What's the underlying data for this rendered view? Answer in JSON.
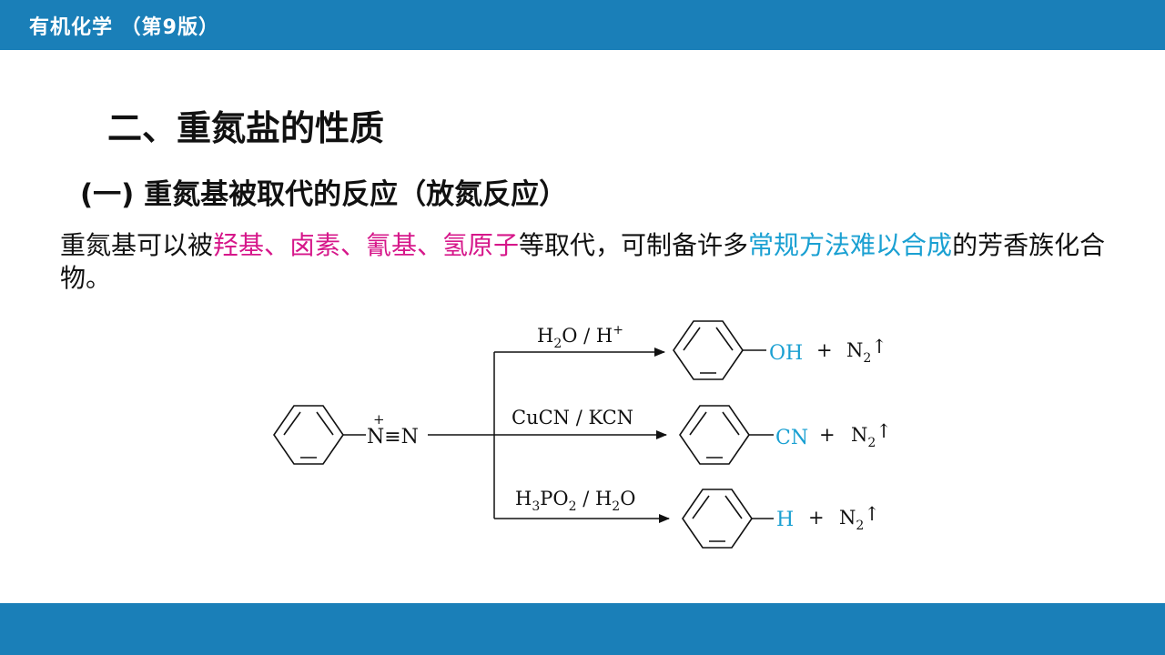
{
  "header": {
    "title": "有机化学 （第9版）"
  },
  "heading": "二、重氮盐的性质",
  "subheading": "(一) 重氮基被取代的反应（放氮反应）",
  "paragraph": {
    "p1": "重氮基可以被",
    "h1": "羟基、卤素、氰基、氢原子",
    "p2": "等取代，可制备许多",
    "h2": "常规方法难以合成",
    "p3": "的芳香族化合物。"
  },
  "colors": {
    "bar": "#1a7fb8",
    "magenta": "#d6178a",
    "cyan": "#1aa0d2"
  },
  "scheme": {
    "reactant": {
      "plus": "+",
      "group": "N≡N"
    },
    "reactions": [
      {
        "reagent_main": "H",
        "reagent_sub1": "2",
        "reagent_mid": "O / H",
        "reagent_sup": "+",
        "product_group": "OH",
        "plus": "+",
        "gas": "N",
        "gas_sub": "2",
        "gas_arrow": "↑"
      },
      {
        "reagent_main": "CuCN / KCN",
        "product_group": "CN",
        "plus": "+",
        "gas": "N",
        "gas_sub": "2",
        "gas_arrow": "↑"
      },
      {
        "reagent_a": "H",
        "reagent_a_sub": "3",
        "reagent_b": "PO",
        "reagent_b_sub": "2",
        "reagent_c": " / H",
        "reagent_c_sub": "2",
        "reagent_d": "O",
        "product_group": "H",
        "plus": "+",
        "gas": "N",
        "gas_sub": "2",
        "gas_arrow": "↑"
      }
    ]
  }
}
